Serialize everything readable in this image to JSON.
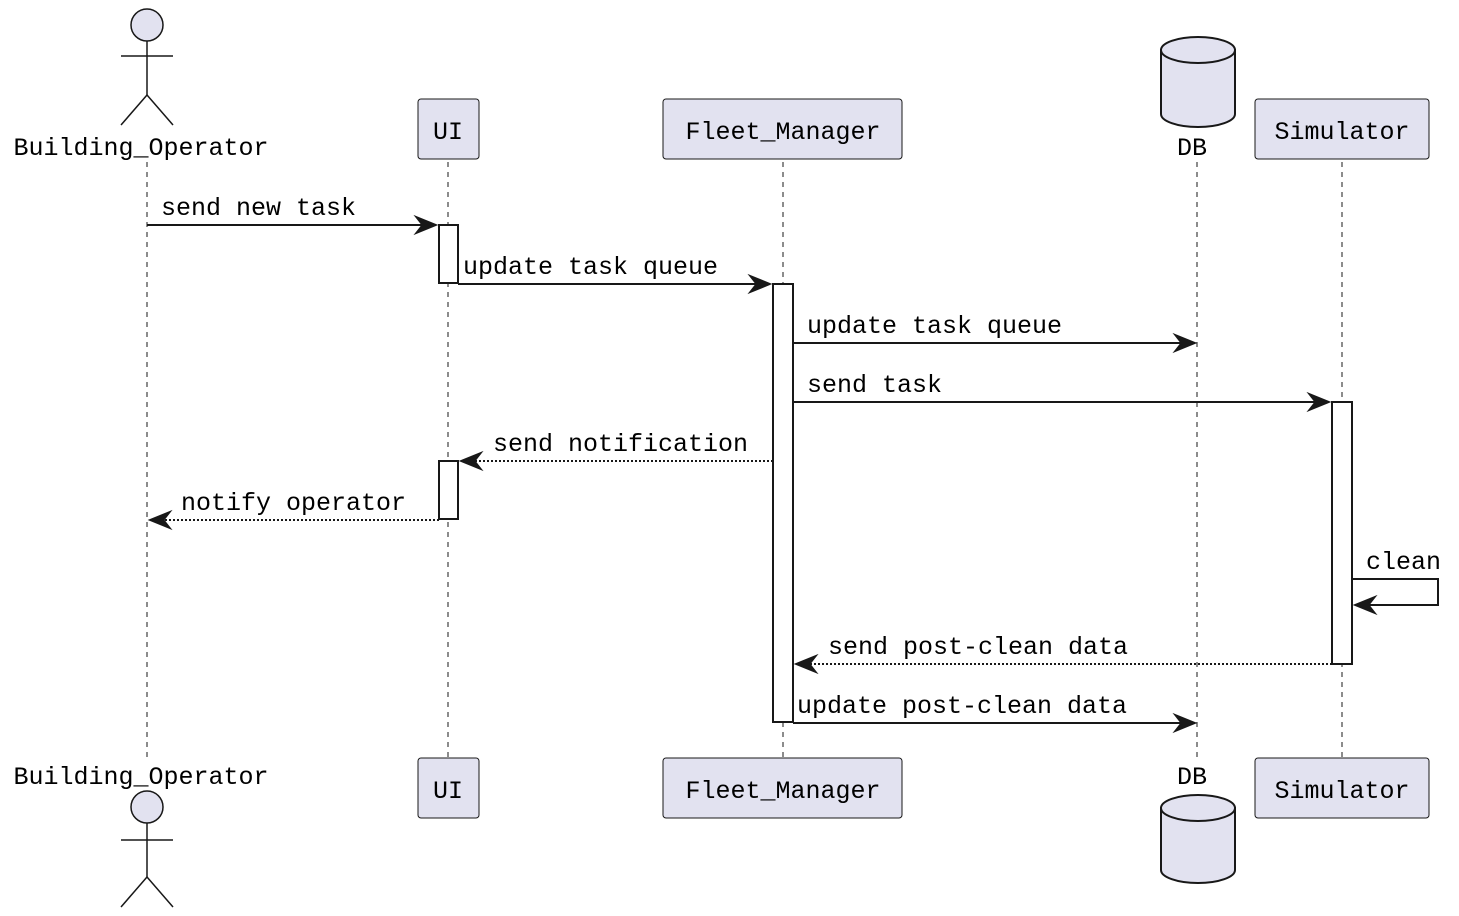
{
  "participants": {
    "building_operator": "Building_Operator",
    "ui": "UI",
    "fleet_manager": "Fleet_Manager",
    "db": "DB",
    "simulator": "Simulator"
  },
  "messages": [
    {
      "from": "Building_Operator",
      "to": "UI",
      "label": "send new task",
      "style": "solid"
    },
    {
      "from": "UI",
      "to": "Fleet_Manager",
      "label": "update task queue",
      "style": "solid"
    },
    {
      "from": "Fleet_Manager",
      "to": "DB",
      "label": "update task queue",
      "style": "solid"
    },
    {
      "from": "Fleet_Manager",
      "to": "Simulator",
      "label": "send task",
      "style": "solid"
    },
    {
      "from": "Fleet_Manager",
      "to": "UI",
      "label": "send notification",
      "style": "dotted"
    },
    {
      "from": "UI",
      "to": "Building_Operator",
      "label": "notify operator",
      "style": "dotted"
    },
    {
      "from": "Simulator",
      "to": "Simulator",
      "label": "clean",
      "style": "solid"
    },
    {
      "from": "Simulator",
      "to": "Fleet_Manager",
      "label": "send post-clean data",
      "style": "dotted"
    },
    {
      "from": "Fleet_Manager",
      "to": "DB",
      "label": "update post-clean data",
      "style": "solid"
    }
  ],
  "colors": {
    "participant_fill": "#e2e2f0",
    "line": "#181818",
    "activation_fill": "#ffffff"
  }
}
